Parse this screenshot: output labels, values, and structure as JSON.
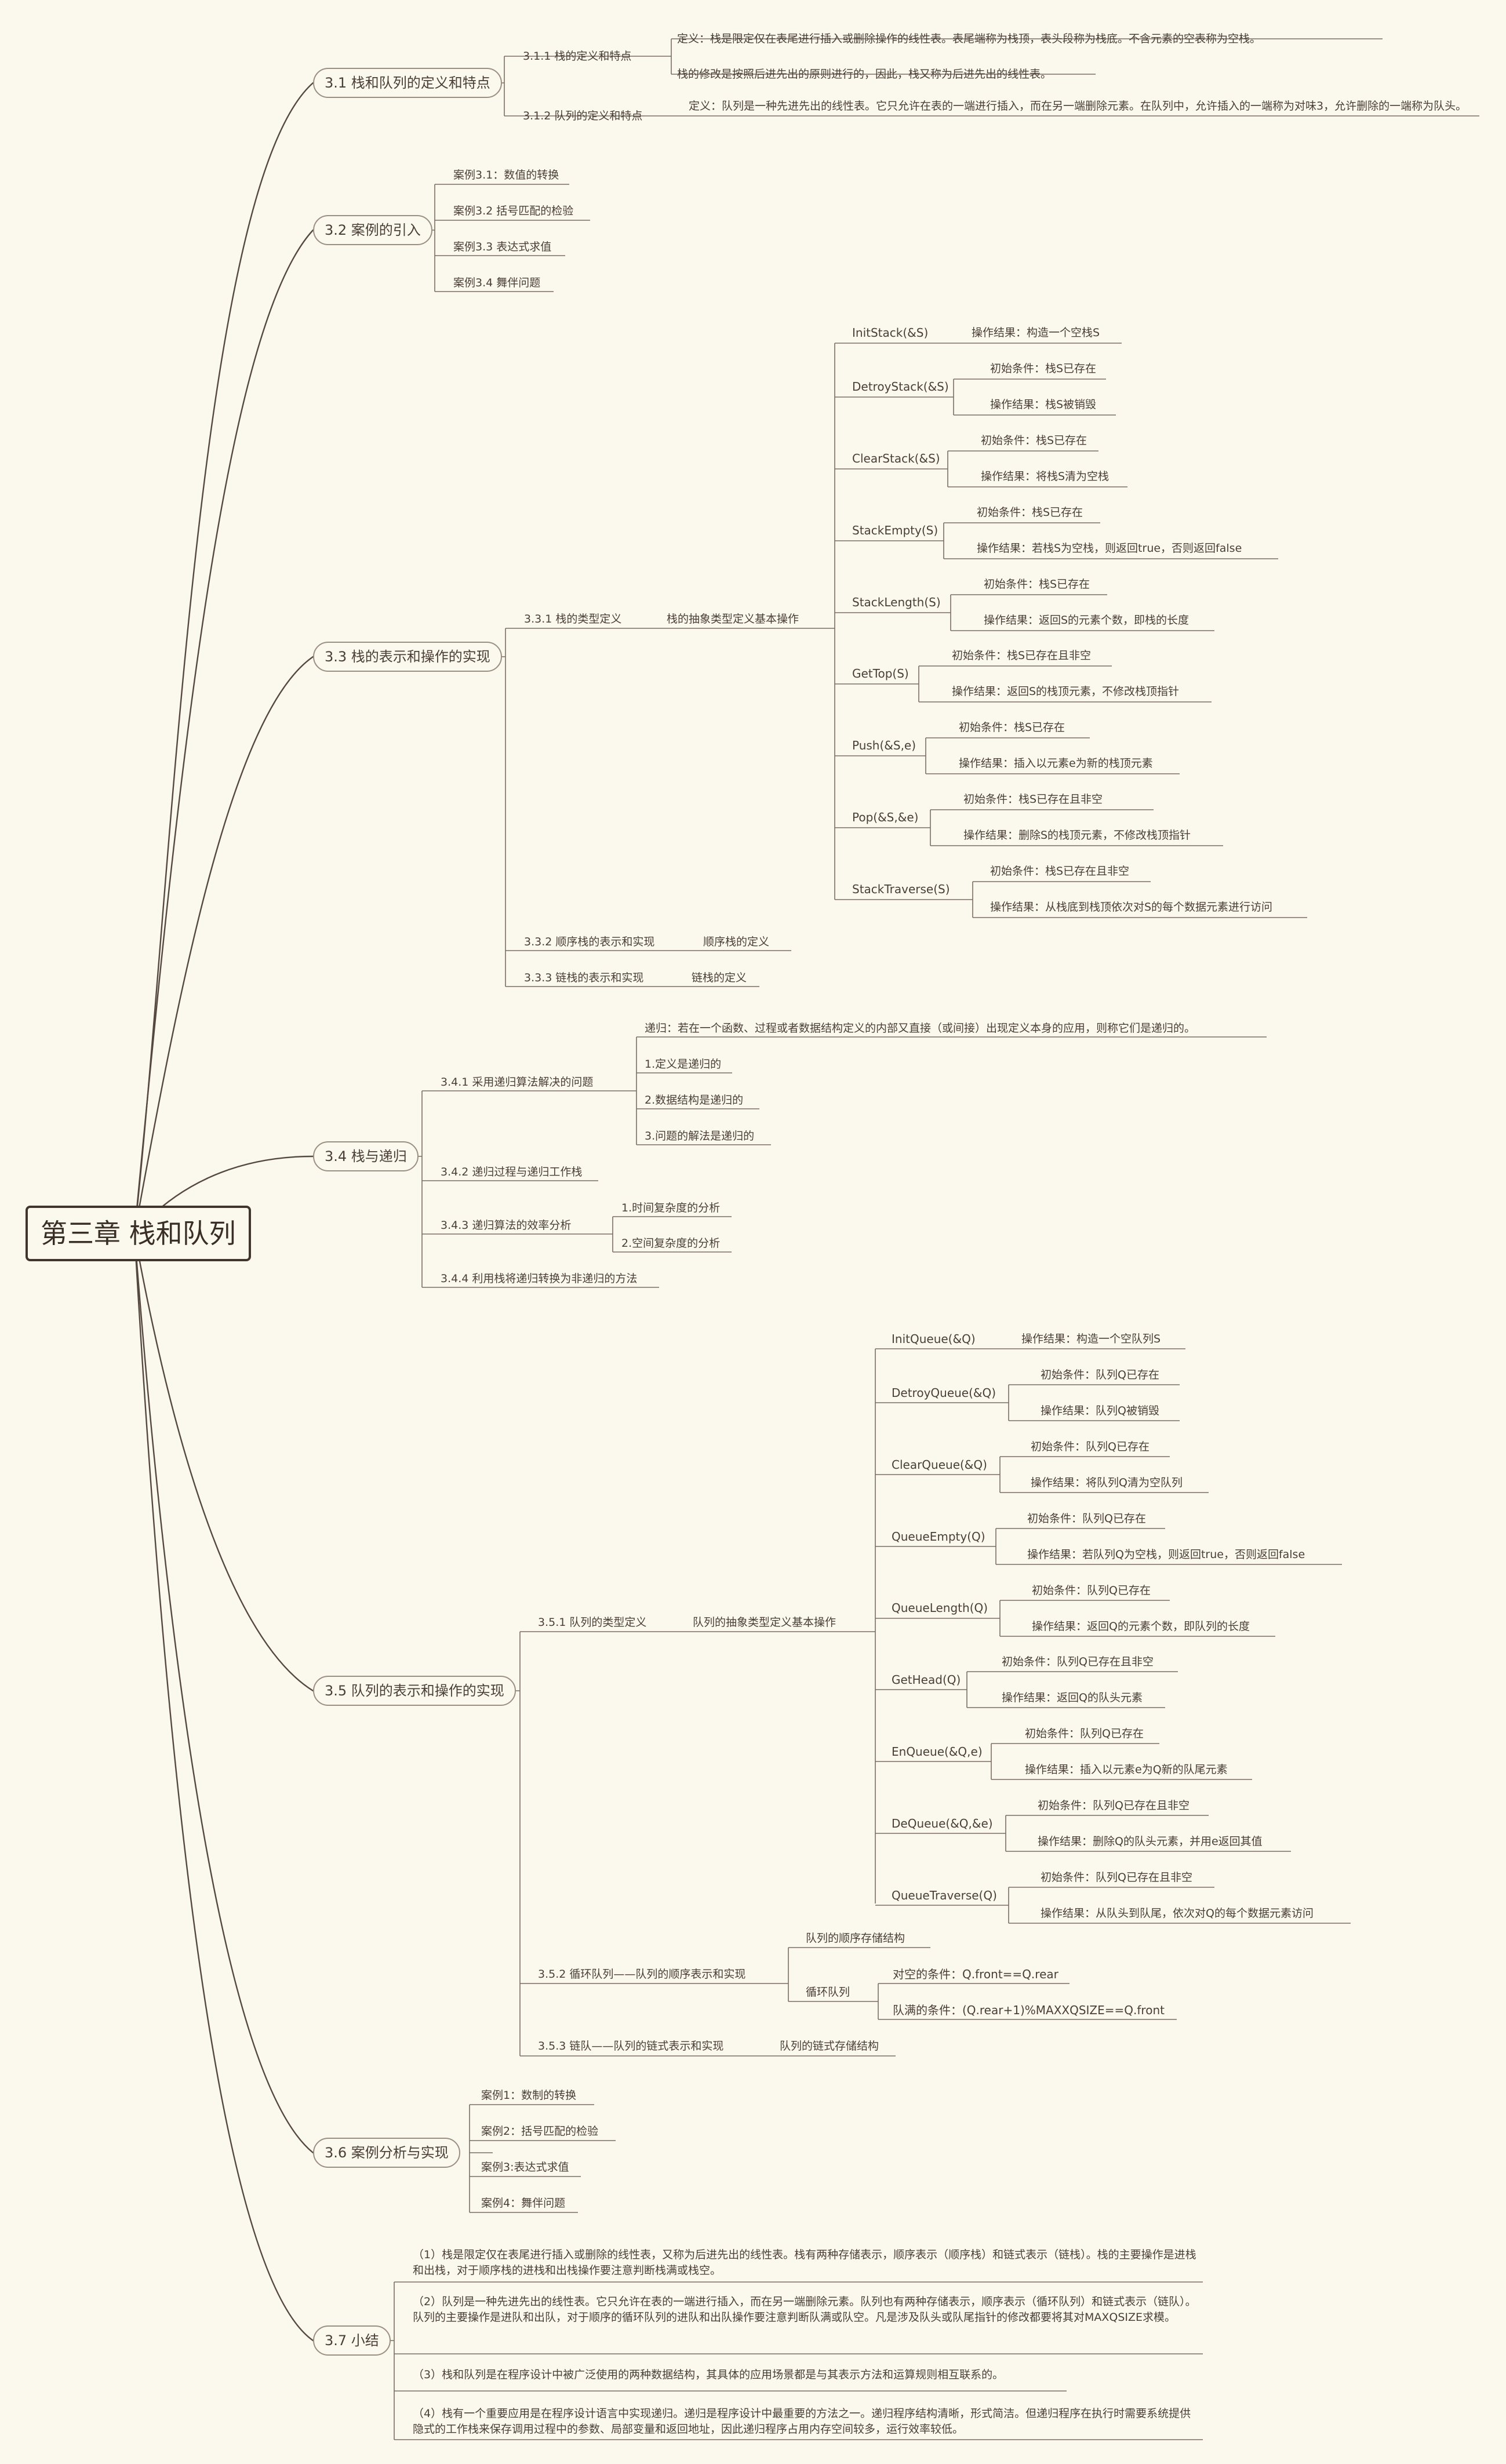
{
  "root": "第三章 栈和队列",
  "sec31": {
    "title": "3.1 栈和队列的定义和特点",
    "s311": "3.1.1 栈的定义和特点",
    "s311_def": "定义：栈是限定仅在表尾进行插入或删除操作的线性表。表尾端称为栈顶，表头段称为栈底。不含元素的空表称为空栈。",
    "s311_lifo": "栈的修改是按照后进先出的原则进行的，因此，栈又称为后进先出的线性表。",
    "s312": "3.1.2 队列的定义和特点",
    "s312_def": "定义：队列是一种先进先出的线性表。它只允许在表的一端进行插入，而在另一端删除元素。在队列中，允许插入的一端称为对味3，允许删除的一端称为队头。"
  },
  "sec32": {
    "title": "3.2 案例的引入",
    "c1": "案例3.1：数值的转换",
    "c2": "案例3.2 括号匹配的检验",
    "c3": "案例3.3 表达式求值",
    "c4": "案例3.4 舞伴问题"
  },
  "sec33": {
    "title": "3.3 栈的表示和操作的实现",
    "s331": "3.3.1 栈的类型定义",
    "adt": "栈的抽象类型定义基本操作",
    "ops": [
      {
        "name": "InitStack(&S)",
        "result": "操作结果：构造一个空栈S"
      },
      {
        "name": "DetroyStack(&S)",
        "pre": "初始条件：栈S已存在",
        "result": "操作结果：栈S被销毁"
      },
      {
        "name": "ClearStack(&S)",
        "pre": "初始条件：栈S已存在",
        "result": "操作结果：将栈S清为空栈"
      },
      {
        "name": "StackEmpty(S)",
        "pre": "初始条件：栈S已存在",
        "result": "操作结果：若栈S为空栈，则返回true，否则返回false"
      },
      {
        "name": "StackLength(S)",
        "pre": "初始条件：栈S已存在",
        "result": "操作结果：返回S的元素个数，即栈的长度"
      },
      {
        "name": "GetTop(S)",
        "pre": "初始条件：栈S已存在且非空",
        "result": "操作结果：返回S的栈顶元素，不修改栈顶指针"
      },
      {
        "name": "Push(&S,e)",
        "pre": "初始条件：栈S已存在",
        "result": "操作结果：插入以元素e为新的栈顶元素"
      },
      {
        "name": "Pop(&S,&e)",
        "pre": "初始条件：栈S已存在且非空",
        "result": "操作结果：删除S的栈顶元素，不修改栈顶指针"
      },
      {
        "name": "StackTraverse(S)",
        "pre": "初始条件：栈S已存在且非空",
        "result": "操作结果：从栈底到栈顶依次对S的每个数据元素进行访问"
      }
    ],
    "s332": "3.3.2 顺序栈的表示和实现",
    "s332_c": "顺序栈的定义",
    "s333": "3.3.3 链栈的表示和实现",
    "s333_c": "链栈的定义"
  },
  "sec34": {
    "title": "3.4 栈与递归",
    "s341": "3.4.1 采用递归算法解决的问题",
    "s341_def": "递归：若在一个函数、过程或者数据结构定义的内部又直接（或间接）出现定义本身的应用，则称它们是递归的。",
    "s341_1": "1.定义是递归的",
    "s341_2": "2.数据结构是递归的",
    "s341_3": "3.问题的解法是递归的",
    "s342": "3.4.2 递归过程与递归工作栈",
    "s343": "3.4.3 递归算法的效率分析",
    "s343_1": "1.时间复杂度的分析",
    "s343_2": "2.空间复杂度的分析",
    "s344": "3.4.4 利用栈将递归转换为非递归的方法"
  },
  "sec35": {
    "title": "3.5 队列的表示和操作的实现",
    "s351": "3.5.1 队列的类型定义",
    "adt": "队列的抽象类型定义基本操作",
    "ops": [
      {
        "name": "InitQueue(&Q)",
        "result": "操作结果：构造一个空队列S"
      },
      {
        "name": "DetroyQueue(&Q)",
        "pre": "初始条件：队列Q已存在",
        "result": "操作结果：队列Q被销毁"
      },
      {
        "name": "ClearQueue(&Q)",
        "pre": "初始条件：队列Q已存在",
        "result": "操作结果：将队列Q清为空队列"
      },
      {
        "name": "QueueEmpty(Q)",
        "pre": "初始条件：队列Q已存在",
        "result": "操作结果：若队列Q为空栈，则返回true，否则返回false"
      },
      {
        "name": "QueueLength(Q)",
        "pre": "初始条件：队列Q已存在",
        "result": "操作结果：返回Q的元素个数，即队列的长度"
      },
      {
        "name": "GetHead(Q)",
        "pre": "初始条件：队列Q已存在且非空",
        "result": "操作结果：返回Q的队头元素"
      },
      {
        "name": "EnQueue(&Q,e)",
        "pre": "初始条件：队列Q已存在",
        "result": "操作结果：插入以元素e为Q新的队尾元素"
      },
      {
        "name": "DeQueue(&Q,&e)",
        "pre": "初始条件：队列Q已存在且非空",
        "result": "操作结果：删除Q的队头元素，并用e返回其值"
      },
      {
        "name": "QueueTraverse(Q)",
        "pre": "初始条件：队列Q已存在且非空",
        "result": "操作结果：从队头到队尾，依次对Q的每个数据元素访问"
      }
    ],
    "s352": "3.5.2 循环队列——队列的顺序表示和实现",
    "s352_a": "队列的顺序存储结构",
    "s352_b": "循环队列",
    "s352_b1": "对空的条件：Q.front==Q.rear",
    "s352_b2": "队满的条件：(Q.rear+1)%MAXXQSIZE==Q.front",
    "s353": "3.5.3 链队——队列的链式表示和实现",
    "s353_c": "队列的链式存储结构"
  },
  "sec36": {
    "title": "3.6 案例分析与实现",
    "c1": "案例1：数制的转换",
    "c2": "案例2：括号匹配的检验",
    "c3": "案例3:表达式求值",
    "c4": "案例4：舞伴问题"
  },
  "sec37": {
    "title": "3.7 小结",
    "p1": "（1）栈是限定仅在表尾进行插入或删除的线性表，又称为后进先出的线性表。栈有两种存储表示，顺序表示（顺序栈）和链式表示（链栈）。栈的主要操作是进栈和出栈，对于顺序栈的进栈和出栈操作要注意判断栈满或栈空。",
    "p2": "（2）队列是一种先进先出的线性表。它只允许在表的一端进行插入，而在另一端删除元素。队列也有两种存储表示，顺序表示（循环队列）和链式表示（链队）。队列的主要操作是进队和出队，对于顺序的循环队列的进队和出队操作要注意判断队满或队空。凡是涉及队头或队尾指针的修改都要将其对MAXQSIZE求模。",
    "p3": "（3）栈和队列是在程序设计中被广泛使用的两种数据结构，其具体的应用场景都是与其表示方法和运算规则相互联系的。",
    "p4": "（4）栈有一个重要应用是在程序设计语言中实现递归。递归是程序设计中最重要的方法之一。递归程序结构清晰，形式简洁。但递归程序在执行时需要系统提供隐式的工作栈来保存调用过程中的参数、局部变量和返回地址，因此递归程序占用内存空间较多，运行效率较低。"
  },
  "colors": {
    "line": "#55493f",
    "text": "#4a3f35",
    "background": "#fbf8ee"
  }
}
